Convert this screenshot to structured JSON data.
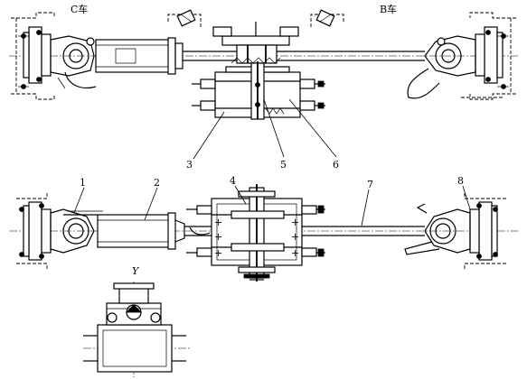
{
  "car_labels": {
    "left": "C车",
    "right": "B车"
  },
  "view_label": "Y",
  "callouts": [
    "1",
    "2",
    "3",
    "4",
    "5",
    "6",
    "7",
    "8"
  ]
}
